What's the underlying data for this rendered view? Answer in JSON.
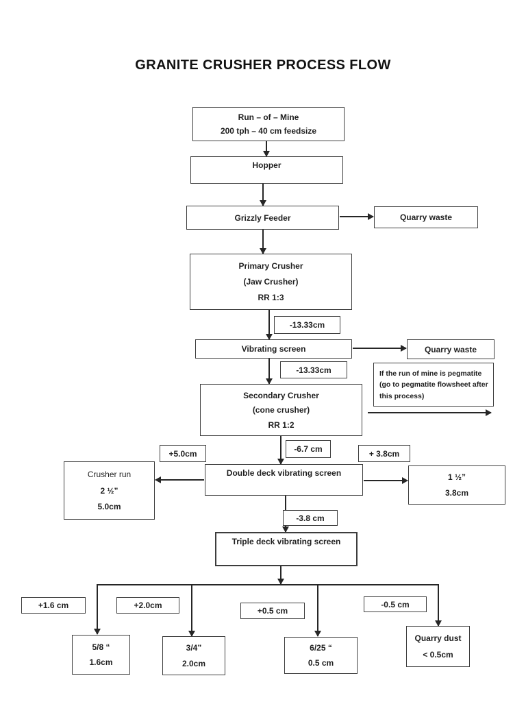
{
  "title": "GRANITE CRUSHER PROCESS FLOW",
  "colors": {
    "background": "#ffffff",
    "border": "#3d3d3d",
    "line": "#262626",
    "text": "#1f1f1f"
  },
  "nodes": {
    "run_of_mine": {
      "line1": "Run – of – Mine",
      "line2": "200 tph – 40 cm feedsize"
    },
    "hopper": {
      "label": "Hopper"
    },
    "grizzly_feeder": {
      "label": "Grizzly Feeder"
    },
    "quarry_waste_1": {
      "label": "Quarry waste"
    },
    "primary_crusher": {
      "line1": "Primary Crusher",
      "line2": "(Jaw Crusher)",
      "line3": "RR 1:3"
    },
    "minus_13_33_a": {
      "label": "-13.33cm"
    },
    "vibrating_screen": {
      "label": "Vibrating screen"
    },
    "quarry_waste_2": {
      "label": "Quarry waste"
    },
    "minus_13_33_b": {
      "label": "-13.33cm"
    },
    "pegmatite_note": {
      "line1": "If the run of mine is pegmatite",
      "line2": "(go to pegmatite flowsheet after",
      "line3": "this process)"
    },
    "secondary_crusher": {
      "line1": "Secondary Crusher",
      "line2": "(cone crusher)",
      "line3": "RR 1:2"
    },
    "minus_6_7": {
      "label": "-6.7 cm"
    },
    "plus_5_0": {
      "label": "+5.0cm"
    },
    "plus_3_8": {
      "label": "+ 3.8cm"
    },
    "double_deck_screen": {
      "label": "Double deck vibrating screen"
    },
    "crusher_run": {
      "line1": "Crusher run",
      "line2": "2 ½”",
      "line3": "5.0cm"
    },
    "one_and_half_inch": {
      "line1": "1 ½”",
      "line2": "3.8cm"
    },
    "minus_3_8": {
      "label": "-3.8 cm"
    },
    "triple_deck_screen": {
      "label": "Triple  deck vibrating  screen"
    },
    "plus_1_6": {
      "label": "+1.6 cm"
    },
    "plus_2_0": {
      "label": "+2.0cm"
    },
    "plus_0_5": {
      "label": "+0.5 cm"
    },
    "minus_0_5": {
      "label": "-0.5 cm"
    },
    "five_eighth_inch": {
      "line1": "5/8 “",
      "line2": "1.6cm"
    },
    "three_quarter_inch": {
      "line1": "3/4”",
      "line2": "2.0cm"
    },
    "six_twentyfifth_inch": {
      "line1": "6/25 “",
      "line2": "0.5 cm"
    },
    "quarry_dust": {
      "line1": "Quarry dust",
      "line2": "< 0.5cm"
    }
  }
}
